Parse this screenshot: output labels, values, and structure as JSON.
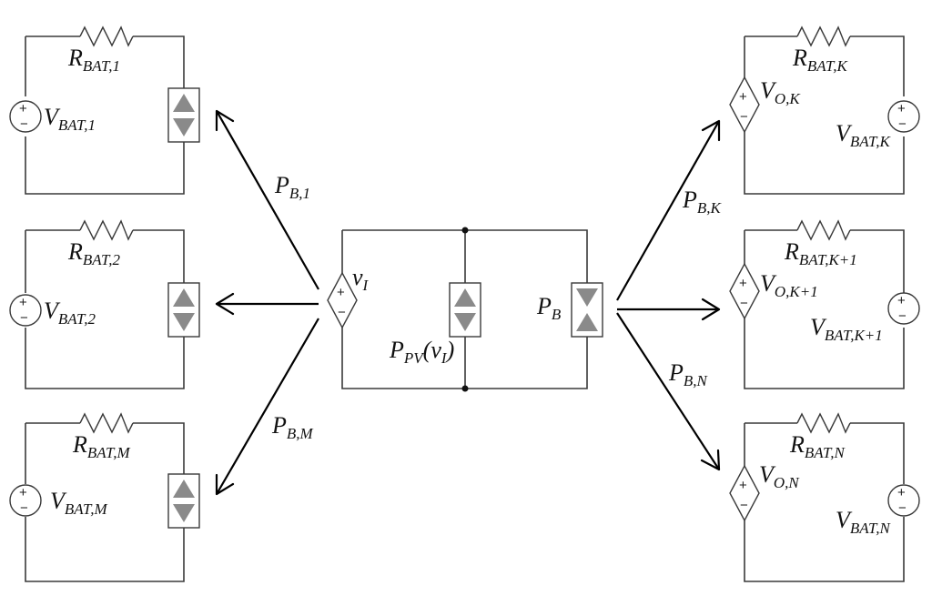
{
  "sources": {
    "left": [
      {
        "r_main": "R",
        "r_sub": "BAT,1",
        "v_main": "V",
        "v_sub": "BAT,1",
        "p_main": "P",
        "p_sub": "B,1"
      },
      {
        "r_main": "R",
        "r_sub": "BAT,2",
        "v_main": "V",
        "v_sub": "BAT,2",
        "p_main": "",
        "p_sub": ""
      },
      {
        "r_main": "R",
        "r_sub": "BAT,M",
        "v_main": "V",
        "v_sub": "BAT,M",
        "p_main": "P",
        "p_sub": "B,M"
      }
    ],
    "right": [
      {
        "r_main": "R",
        "r_sub": "BAT,K",
        "vo_main": "V",
        "vo_sub": "O,K",
        "vb_main": "V",
        "vb_sub": "BAT,K",
        "p_main": "P",
        "p_sub": "B,K"
      },
      {
        "r_main": "R",
        "r_sub": "BAT,K+1",
        "vo_main": "V",
        "vo_sub": "O,K+1",
        "vb_main": "V",
        "vb_sub": "BAT,K+1",
        "p_main": "",
        "p_sub": ""
      },
      {
        "r_main": "R",
        "r_sub": "BAT,N",
        "vo_main": "V",
        "vo_sub": "O,N",
        "vb_main": "V",
        "vb_sub": "BAT,N",
        "p_main": "P",
        "p_sub": "B,N"
      }
    ]
  },
  "center": {
    "vi_main": "v",
    "vi_sub": "I",
    "ppv_main": "P",
    "ppv_sub": "PV",
    "ppv_arg_open": "(",
    "ppv_arg_main": "v",
    "ppv_arg_sub": "I",
    "ppv_arg_close": ")",
    "pb_main": "P",
    "pb_sub": "B"
  },
  "symbols": {
    "plus": "+",
    "minus": "−"
  }
}
